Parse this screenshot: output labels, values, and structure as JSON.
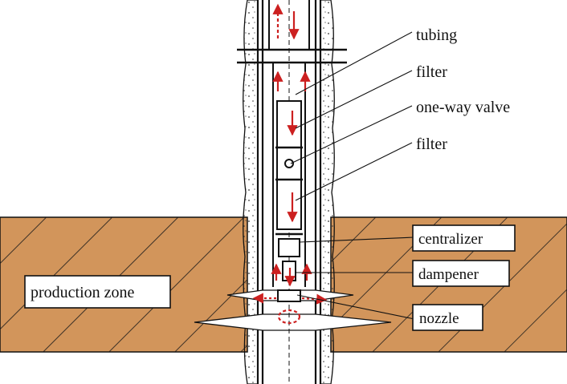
{
  "labels": {
    "tubing": "tubing",
    "filter_upper": "filter",
    "one_way_valve": "one-way valve",
    "filter_lower": "filter",
    "centralizer": "centralizer",
    "dampener": "dampener",
    "nozzle": "nozzle",
    "production_zone": "production zone"
  },
  "colors": {
    "formation": "#D2955B",
    "arrow": "#CC2020",
    "outline": "#111111",
    "cement_dots": "#333333",
    "background": "#FFFFFF"
  }
}
